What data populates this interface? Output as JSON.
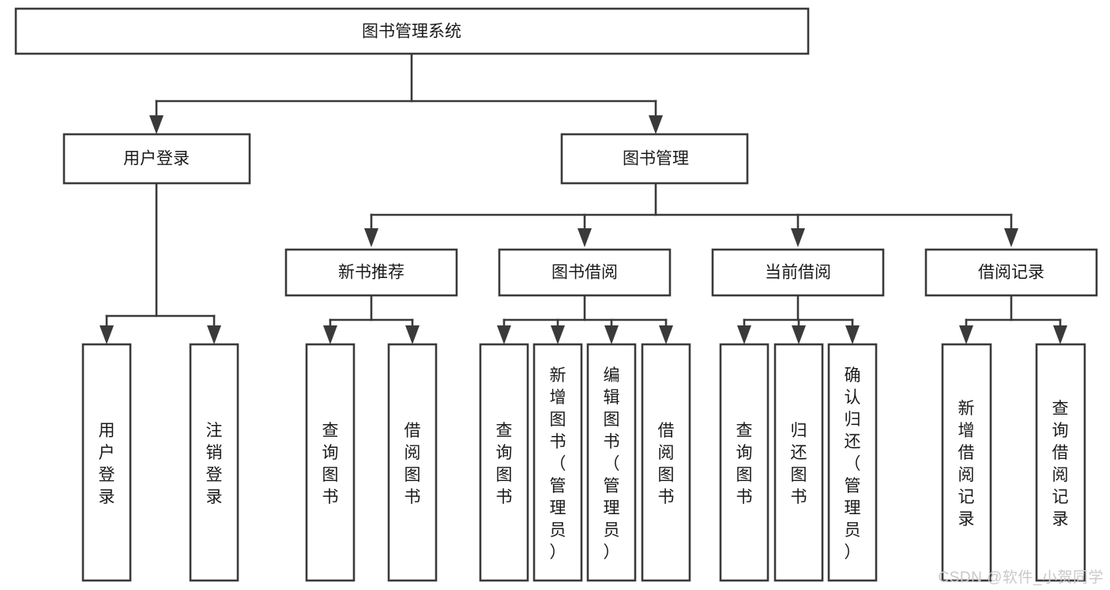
{
  "diagram": {
    "type": "tree-hierarchy-chart",
    "title": "图书管理系统",
    "stroke_color": "#3a3a3a",
    "fill_color": "#ffffff",
    "text_color": "#1a1a1a",
    "root": {
      "id": "root",
      "label": "图书管理系统"
    },
    "level2": [
      {
        "id": "user-login",
        "label": "用户登录"
      },
      {
        "id": "book-management",
        "label": "图书管理"
      }
    ],
    "level3": [
      {
        "id": "new-book-recommend",
        "label": "新书推荐",
        "parent": "book-management"
      },
      {
        "id": "book-borrow",
        "label": "图书借阅",
        "parent": "book-management"
      },
      {
        "id": "current-borrow",
        "label": "当前借阅",
        "parent": "book-management"
      },
      {
        "id": "borrow-record",
        "label": "借阅记录",
        "parent": "book-management"
      }
    ],
    "leaves": [
      {
        "id": "leaf-user-login",
        "label": "用户登录",
        "parent": "user-login"
      },
      {
        "id": "leaf-logout",
        "label": "注销登录",
        "parent": "user-login"
      },
      {
        "id": "leaf-query-book-1",
        "label": "查询图书",
        "parent": "new-book-recommend"
      },
      {
        "id": "leaf-borrow-book-1",
        "label": "借阅图书",
        "parent": "new-book-recommend"
      },
      {
        "id": "leaf-query-book-2",
        "label": "查询图书",
        "parent": "book-borrow"
      },
      {
        "id": "leaf-add-book",
        "label": "新增图书（管理员）",
        "parent": "book-borrow"
      },
      {
        "id": "leaf-edit-book",
        "label": "编辑图书（管理员）",
        "parent": "book-borrow"
      },
      {
        "id": "leaf-borrow-book-2",
        "label": "借阅图书",
        "parent": "book-borrow"
      },
      {
        "id": "leaf-query-book-3",
        "label": "查询图书",
        "parent": "current-borrow"
      },
      {
        "id": "leaf-return-book",
        "label": "归还图书",
        "parent": "current-borrow"
      },
      {
        "id": "leaf-confirm-return",
        "label": "确认归还（管理员）",
        "parent": "current-borrow"
      },
      {
        "id": "leaf-add-record",
        "label": "新增借阅记录",
        "parent": "borrow-record"
      },
      {
        "id": "leaf-query-record",
        "label": "查询借阅记录",
        "parent": "borrow-record"
      }
    ]
  },
  "watermark": {
    "text": "CSDN @软件_小贺同学"
  }
}
